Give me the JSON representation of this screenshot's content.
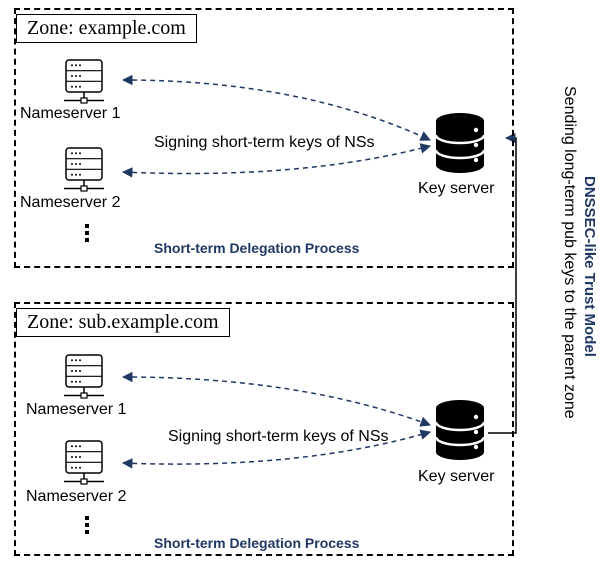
{
  "colors": {
    "process_label": "#1f3864",
    "arrow": "#1f3864",
    "line": "#000000"
  },
  "icons": {
    "nameserver": "server-rack-icon",
    "key_server": "database-icon"
  },
  "zones": [
    {
      "label": "Zone: example.com",
      "nameservers": [
        "Nameserver 1",
        "Nameserver 2"
      ],
      "signing_label": "Signing short-term keys of NSs",
      "key_server_label": "Key server",
      "process_label": "Short-term Delegation Process"
    },
    {
      "label": "Zone: sub.example.com",
      "nameservers": [
        "Nameserver 1",
        "Nameserver 2"
      ],
      "signing_label": "Signing short-term keys of NSs",
      "key_server_label": "Key server",
      "process_label": "Short-term Delegation Process"
    }
  ],
  "trust_model": {
    "title": "DNSSEC-like Trust Model",
    "description": "Sending long-term pub keys to the parent zone"
  }
}
